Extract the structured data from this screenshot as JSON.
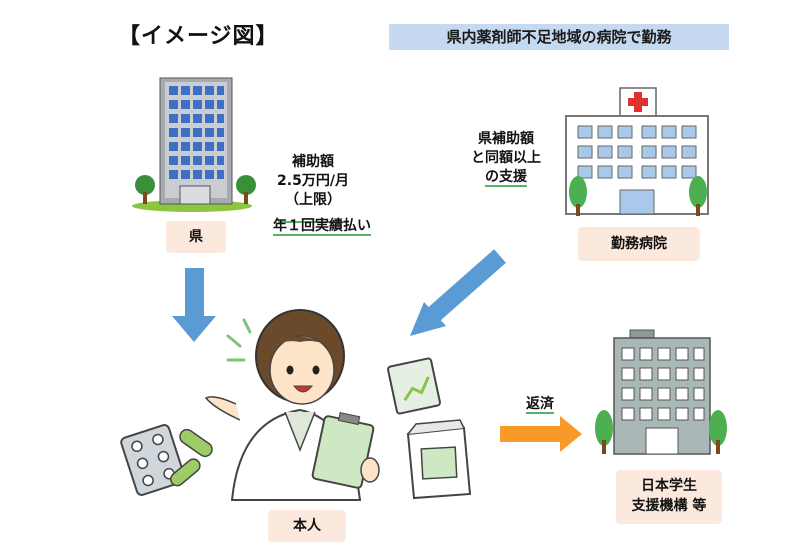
{
  "header": {
    "title": "【イメージ図】",
    "banner": "県内薬剤師不足地域の病院で勤務"
  },
  "nodes": {
    "ken": "県",
    "hospital": "勤務病院",
    "self": "本人",
    "jasso_line1": "日本学生",
    "jasso_line2": "支援機構 等"
  },
  "notes": {
    "subsidy_line1": "補助額",
    "subsidy_line2": "2.5万円/月",
    "subsidy_line3": "（上限）",
    "payment": "年１回実績払い",
    "hospital_line1": "県補助額",
    "hospital_line2": "と同額以上",
    "hospital_line3": "の支援",
    "repay": "返済"
  },
  "colors": {
    "banner": "#c5d9f1",
    "box": "#fce9dd",
    "blue_arrow": "#5b9bd5",
    "orange_arrow": "#f79a2a",
    "underline": "#55b36a"
  }
}
